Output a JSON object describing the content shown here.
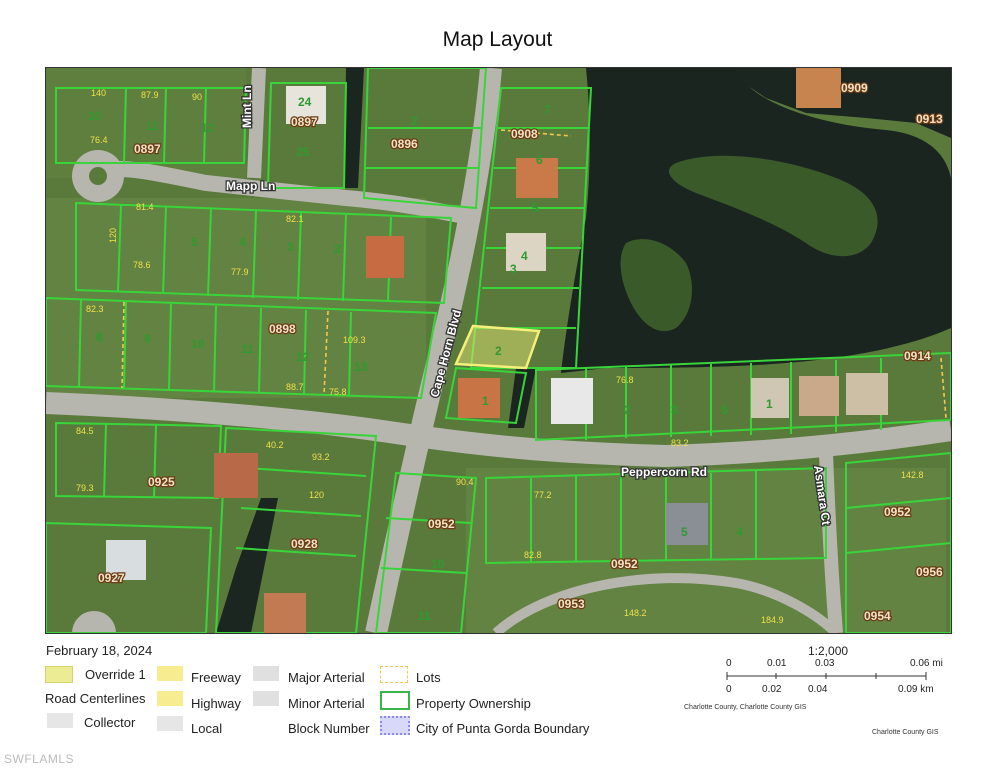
{
  "title": "Map Layout",
  "date": "February 18, 2024",
  "map": {
    "roads": [
      "Mapp Ln",
      "Mint Ln",
      "Cape Horn Blvd",
      "Peppercorn Rd",
      "Asmara Ct"
    ],
    "blocks": [
      "0897",
      "0897",
      "0896",
      "0908",
      "0909",
      "0913",
      "0898",
      "0914",
      "0925",
      "0928",
      "0927",
      "0952",
      "0952",
      "0952",
      "0953",
      "0954",
      "0956"
    ],
    "lots": [
      "24",
      "25",
      "10",
      "11",
      "12",
      "2",
      "3",
      "7",
      "6",
      "5",
      "4",
      "3",
      "2",
      "1",
      "8",
      "9",
      "10",
      "11",
      "12",
      "13",
      "5",
      "4",
      "3",
      "2",
      "1"
    ],
    "dims": [
      "140",
      "87.9",
      "90",
      "76.4",
      "120",
      "82.3",
      "82.1",
      "81.4",
      "77.9",
      "78.6",
      "88.7",
      "109.3",
      "75.8",
      "84.5",
      "79.3",
      "120",
      "93.2",
      "90.4",
      "77.2",
      "82.8",
      "76.8",
      "83.2",
      "148.2",
      "184.9",
      "142.8",
      "40.2"
    ]
  },
  "legend": {
    "override": "Override 1",
    "road_centerlines": "Road Centerlines",
    "collector": "Collector",
    "freeway": "Freeway",
    "highway": "Highway",
    "local": "Local",
    "major_arterial": "Major Arterial",
    "minor_arterial": "Minor Arterial",
    "block_number": "Block Number",
    "lots": "Lots",
    "property_ownership": "Property Ownership",
    "city_boundary": "City of Punta Gorda Boundary"
  },
  "scale": {
    "ratio": "1:2,000",
    "mi_ticks": [
      "0",
      "0.01",
      "0.03",
      "0.06 mi"
    ],
    "km_ticks": [
      "0",
      "0.02",
      "0.04",
      "0.09 km"
    ],
    "credit_left": "Charlotte County, Charlotte County GIS",
    "credit_right": "Charlotte County GIS"
  },
  "watermark": "SWFLAMLS",
  "colors": {
    "water": "#1d2a22",
    "grass": "#5b7a3f",
    "road": "#b9b9b2",
    "parcel": "#39d43a",
    "highlight": "#f4f07a",
    "override": "#ecec94",
    "freeway": "#f7ec8f",
    "highway": "#f7ec8f",
    "collector": "#e6e6e6",
    "local": "#e6e6e6",
    "major_arterial": "#e0e0e0",
    "minor_arterial": "#e0e0e0",
    "lots_outline": "#f2c94c",
    "property_outline": "#3bb54a",
    "city_boundary": "#8c8ce6"
  }
}
